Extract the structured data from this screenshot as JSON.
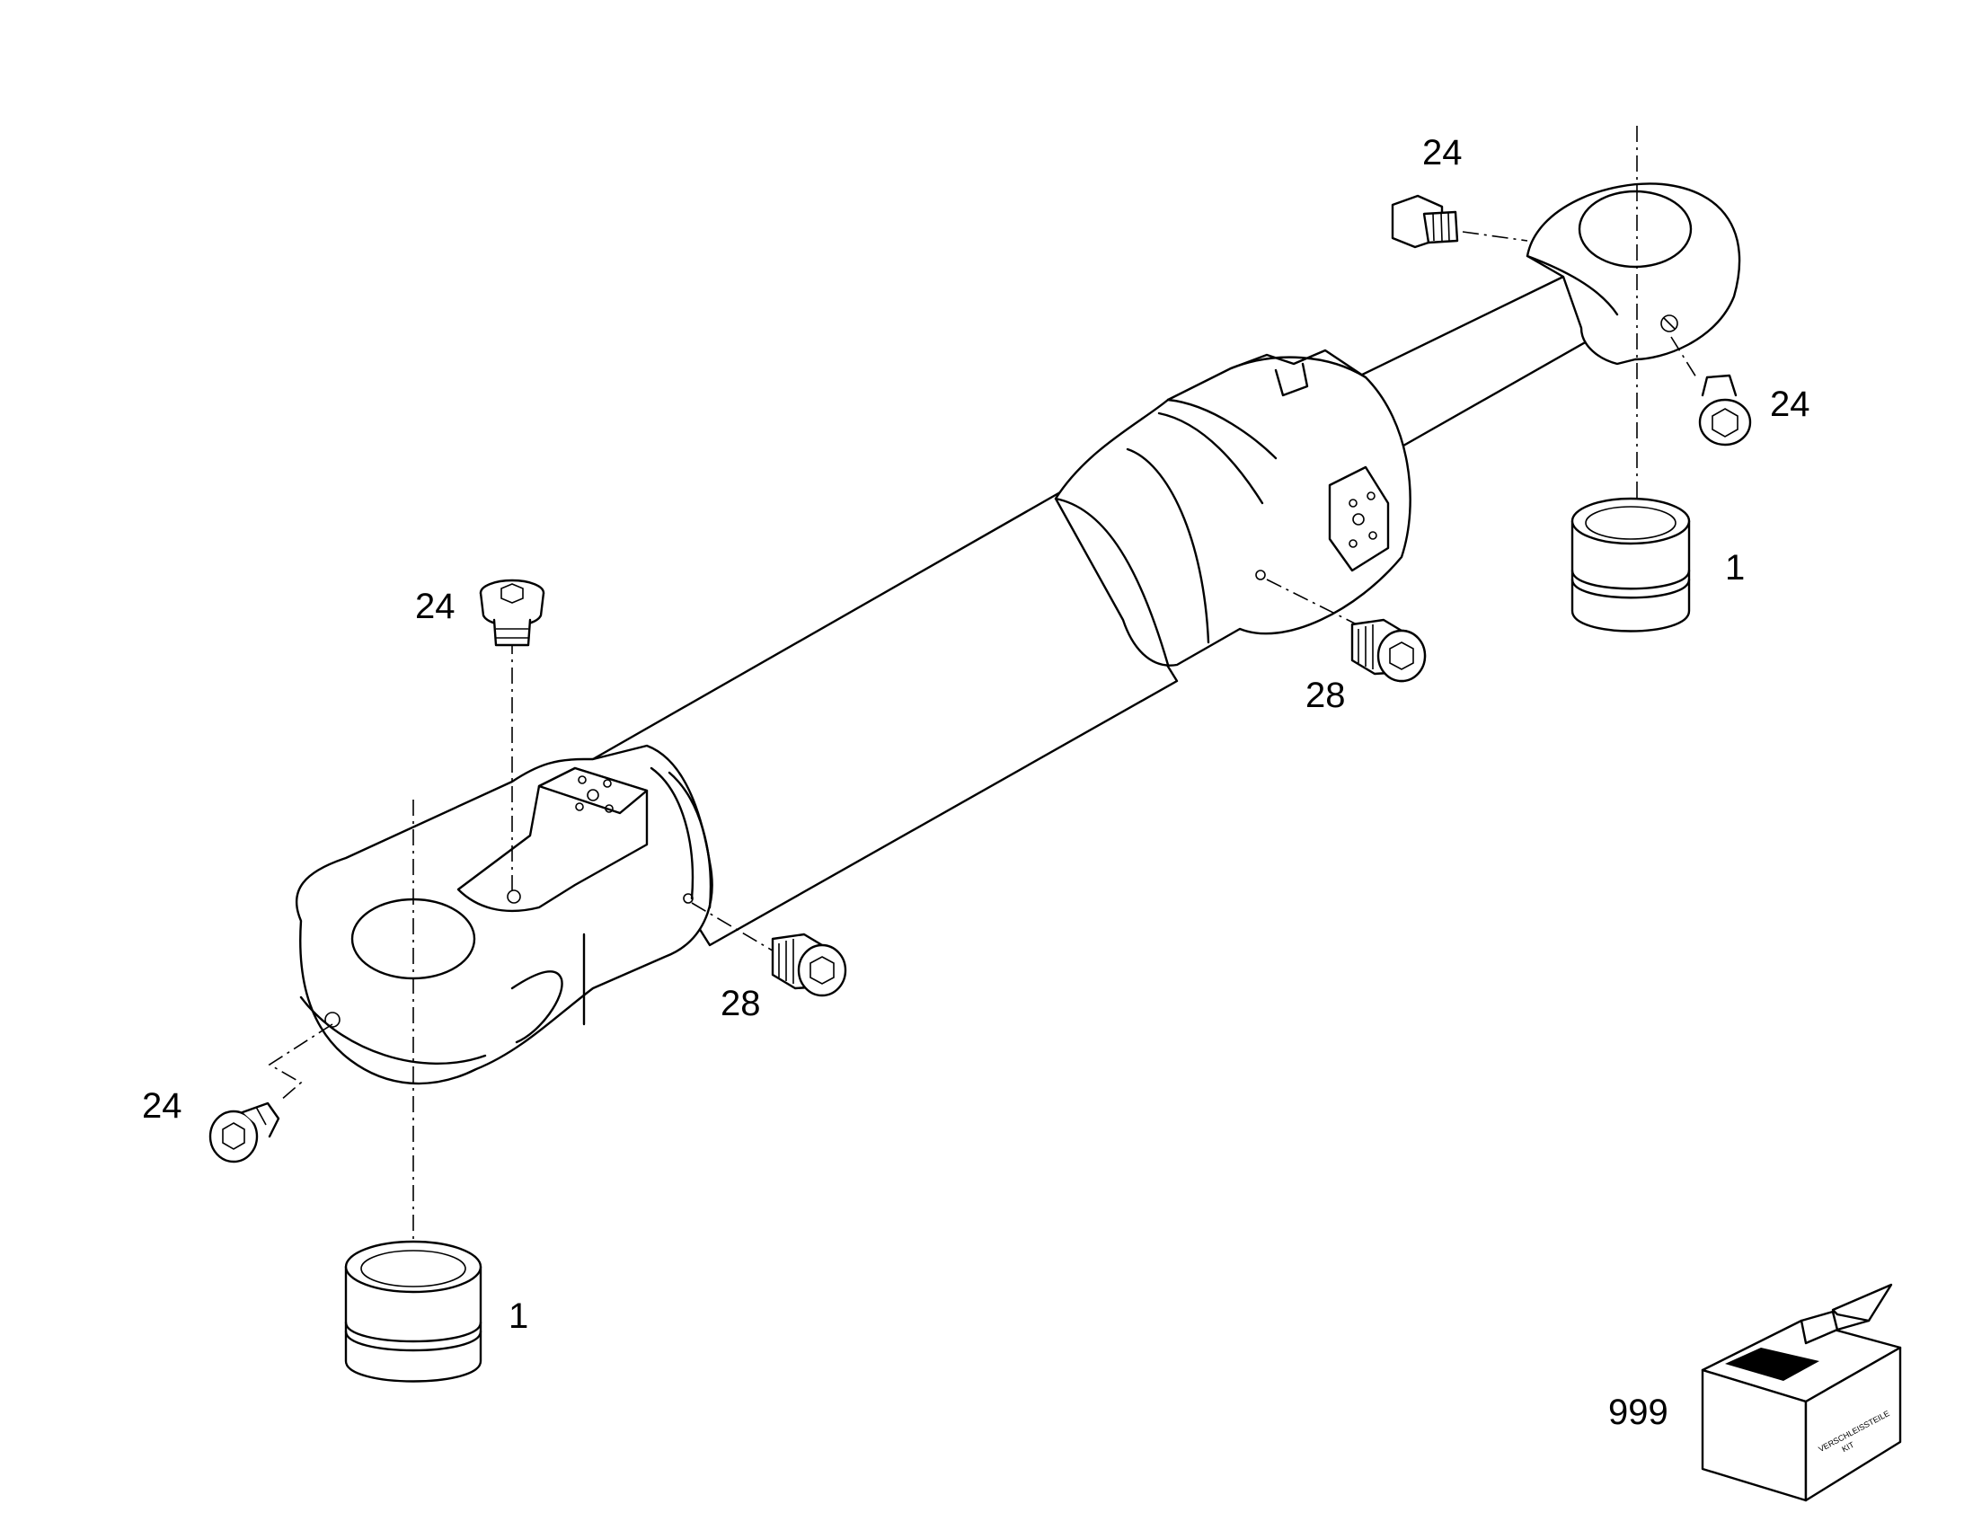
{
  "callouts": {
    "top_plug_upper": "24",
    "top_plug_right": "24",
    "bushing_right": "1",
    "plug_28_right": "28",
    "plug_24_left": "24",
    "plug_28_left": "28",
    "plug_24_lower_left": "24",
    "bushing_left": "1",
    "kit": "999"
  },
  "kit_box": {
    "label_line1": "VERSCHLEISSTEILE",
    "label_line2": "KIT"
  }
}
